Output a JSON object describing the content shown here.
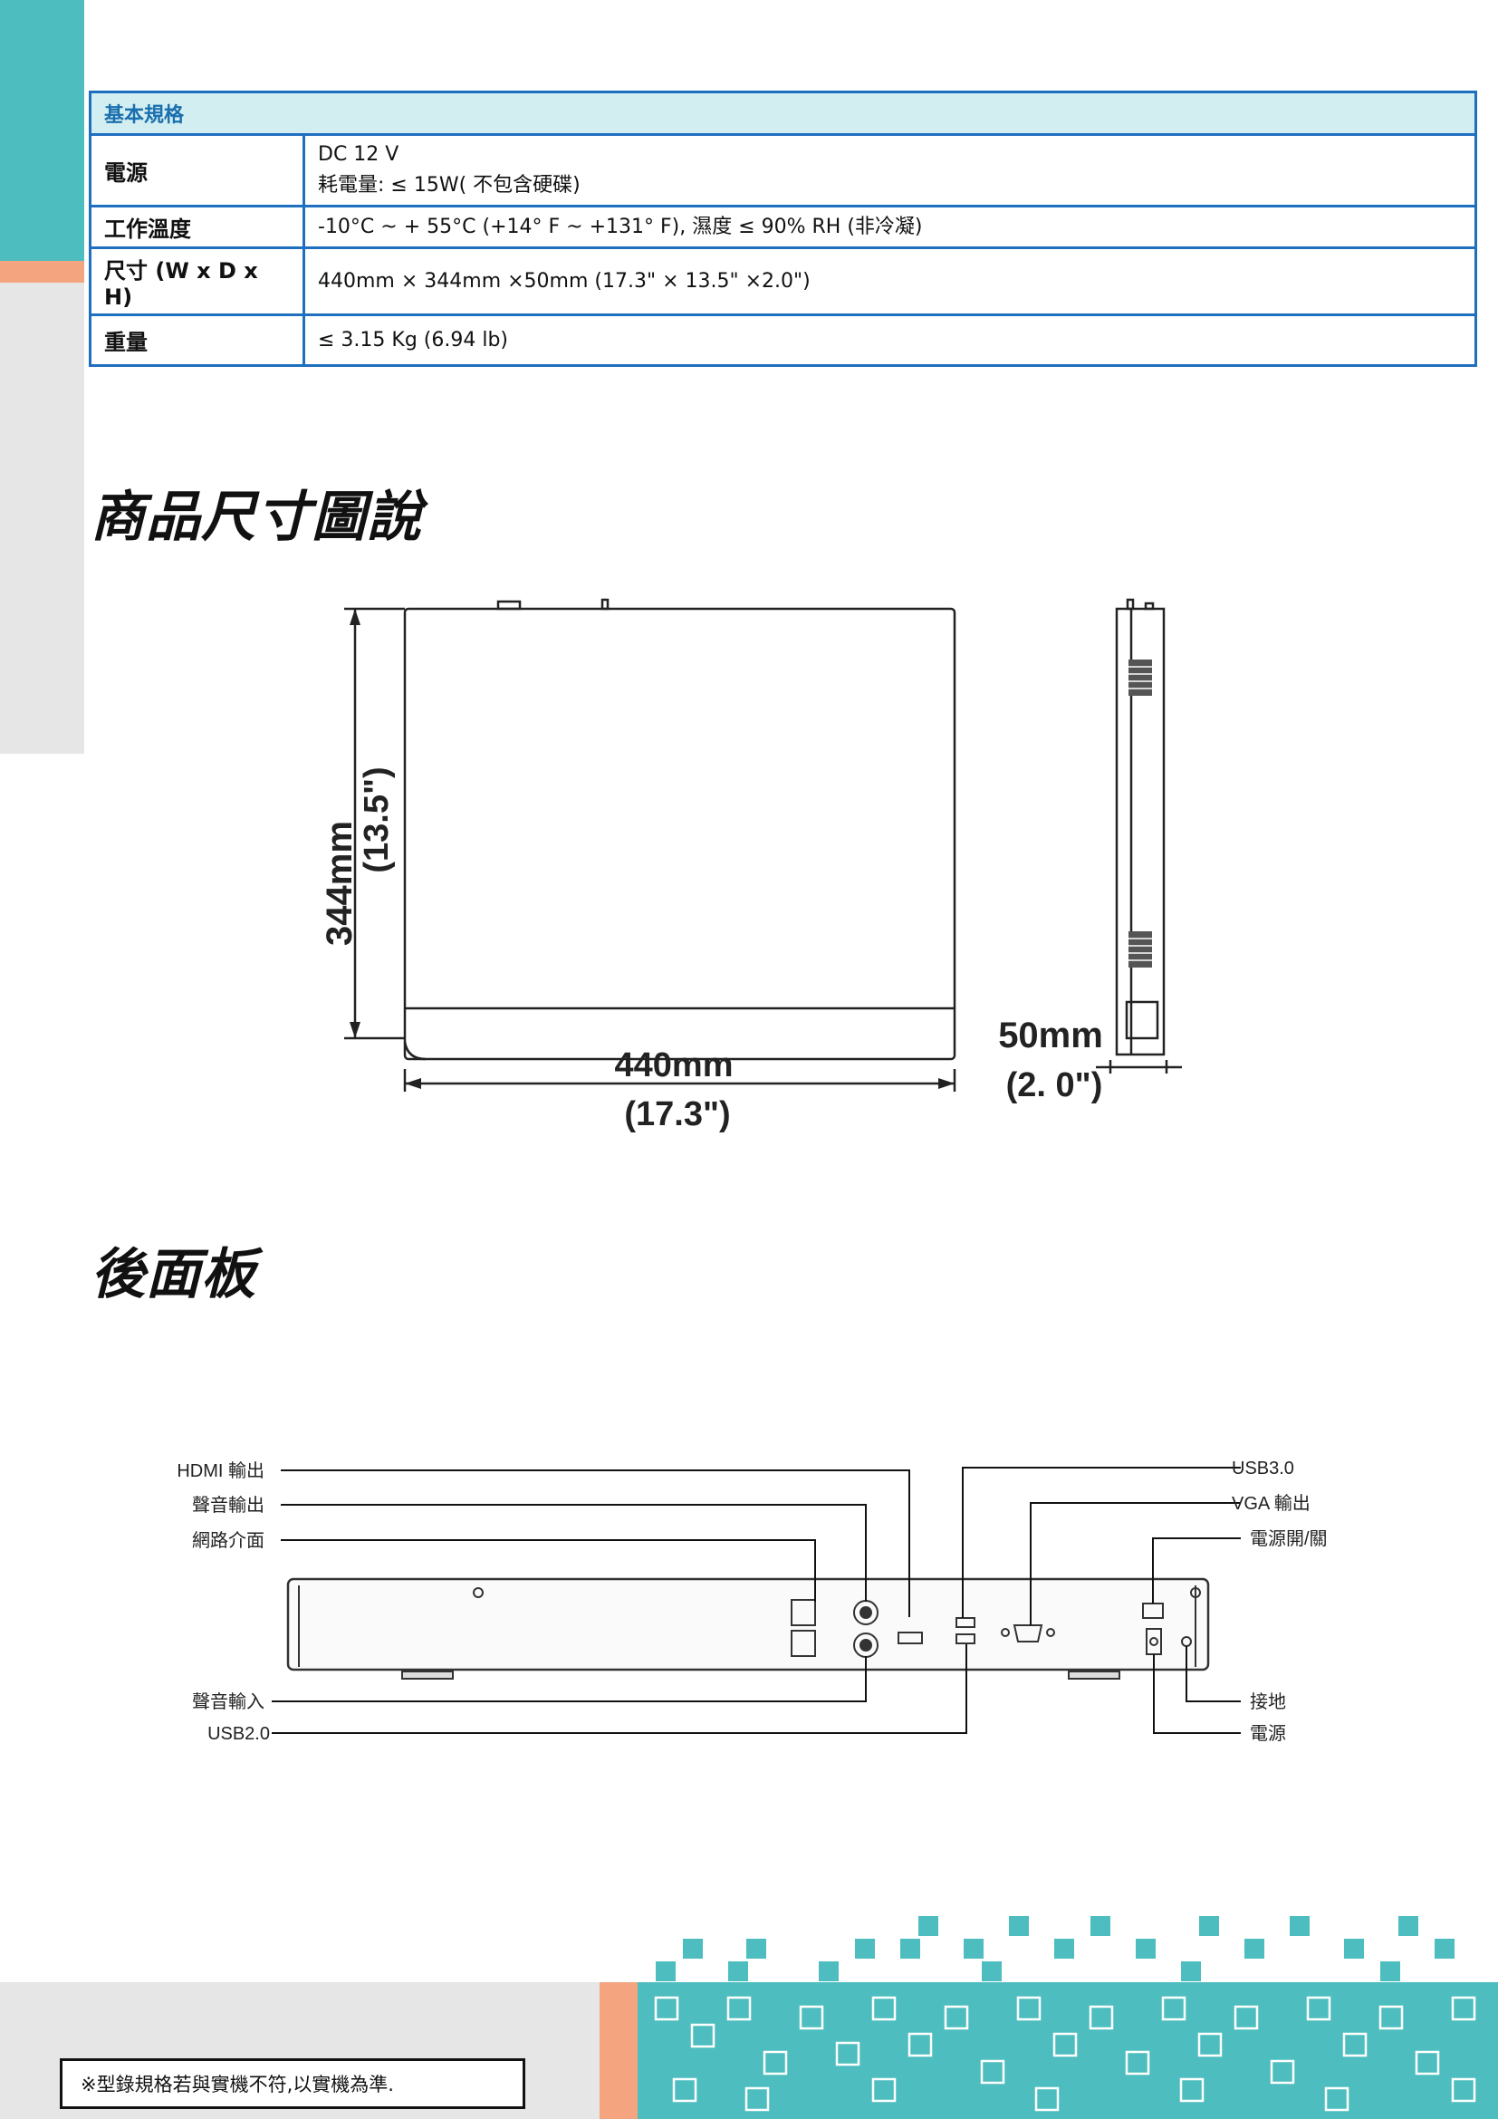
{
  "spec": {
    "header": "基本規格",
    "rows": [
      {
        "label": "電源",
        "value_line1": "DC 12 V",
        "value_line2": "耗電量: ≤ 15W( 不包含硬碟)"
      },
      {
        "label": "工作溫度",
        "value_line1": "-10°C ~ + 55°C (+14° F ~ +131° F), 濕度 ≤ 90% RH (非冷凝)"
      },
      {
        "label": "尺寸 (W x D x H)",
        "value_line1": "440mm × 344mm ×50mm (17.3\" × 13.5\" ×2.0\")"
      },
      {
        "label": "重量",
        "value_line1": "≤ 3.15 Kg (6.94 lb)"
      }
    ]
  },
  "dimension_section": {
    "title": "商品尺寸圖說",
    "height_mm": "344mm",
    "height_in": "(13.5\")",
    "width_mm": "440mm",
    "width_in": "(17.3\")",
    "depth_mm": "50mm",
    "depth_in": "(2. 0\")"
  },
  "rear_section": {
    "title": "後面板",
    "labels_left": [
      "HDMI 輸出",
      "聲音輸出",
      "網路介面",
      "聲音輸入",
      "USB2.0"
    ],
    "labels_right": [
      "USB3.0",
      "VGA 輸出",
      "電源開/關",
      "接地",
      "電源"
    ]
  },
  "footer": {
    "disclaimer": "※型錄規格若與實機不符,以實機為準."
  },
  "colors": {
    "teal": "#4dbdbf",
    "orange": "#f4a57f",
    "grey": "#e6e6e6",
    "table_border": "#1f6fc0",
    "table_header_bg": "#d3eef1"
  }
}
